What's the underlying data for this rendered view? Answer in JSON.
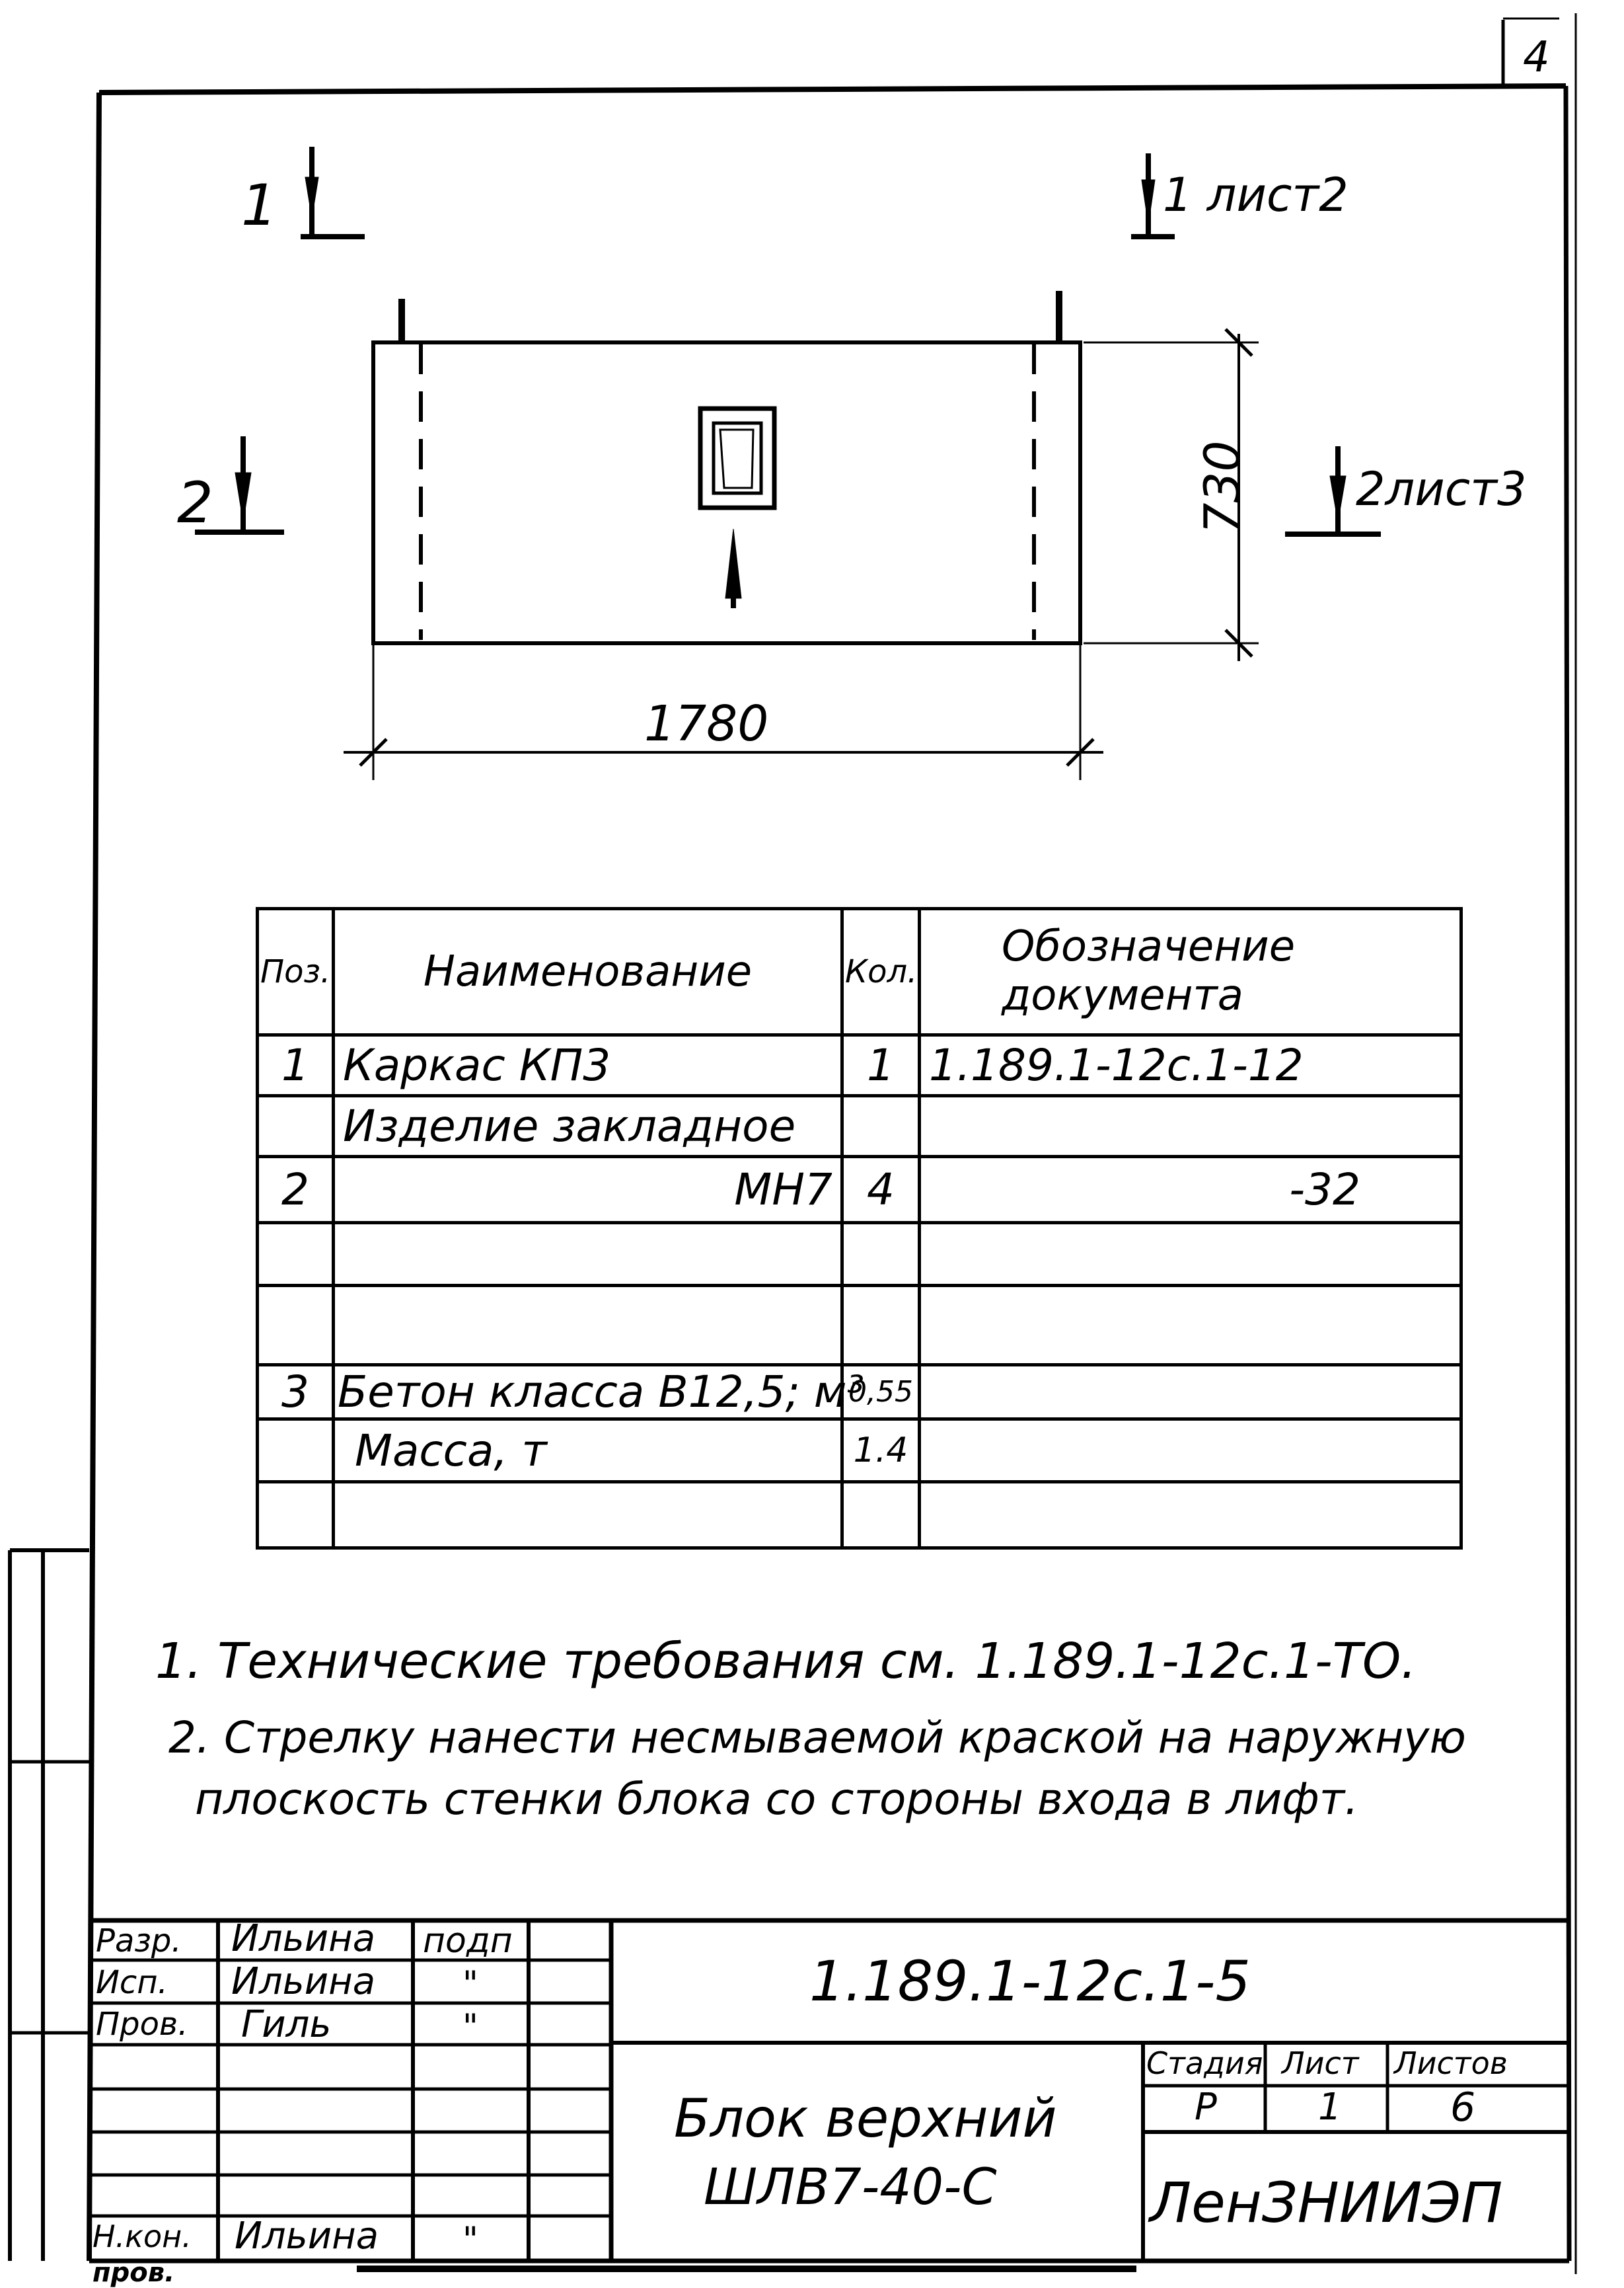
{
  "page_number": "4",
  "section_marks": {
    "cut1_left": "1",
    "cut1_right": "1 лист2",
    "cut2_left": "2",
    "cut2_right": "2лист3"
  },
  "dimensions": {
    "height": "730",
    "width": "1780"
  },
  "spec_table": {
    "headers": {
      "pos": "Поз.",
      "name": "Наименование",
      "qty": "Кол.",
      "doc_line1": "Обозначение",
      "doc_line2": "документа"
    },
    "rows": [
      {
        "pos": "1",
        "name": "Каркас КП3",
        "qty": "1",
        "doc": "1.189.1-12с.1-12"
      },
      {
        "pos": "",
        "name": "Изделие закладное",
        "qty": "",
        "doc": ""
      },
      {
        "pos": "2",
        "name": "МН7",
        "qty": "4",
        "doc": "-32"
      },
      {
        "pos": "",
        "name": "",
        "qty": "",
        "doc": ""
      },
      {
        "pos": "",
        "name": "",
        "qty": "",
        "doc": ""
      },
      {
        "pos": "3",
        "name": "Бетон класса В12,5; м³",
        "qty": "0,55",
        "doc": ""
      },
      {
        "pos": "",
        "name": "Масса, т",
        "qty": "1.4",
        "doc": ""
      },
      {
        "pos": "",
        "name": "",
        "qty": "",
        "doc": ""
      }
    ]
  },
  "notes": [
    "1. Технические требования см. 1.189.1-12с.1-ТО.",
    "2. Стрелку нанести несмываемой краской на наружную",
    "плоскость стенки блока со стороны входа в лифт."
  ],
  "title_block": {
    "roles": [
      "Разр.",
      "Исп.",
      "Пров.",
      "",
      "",
      "",
      "Н.кон."
    ],
    "names": [
      "Ильина",
      "Ильина",
      "Гиль",
      "",
      "",
      "",
      "Ильина"
    ],
    "signatures": [
      "подп",
      "\"",
      "\"",
      "",
      "",
      "",
      "\""
    ],
    "designation": "1.189.1-12с.1-5",
    "product_line1": "Блок верхний",
    "product_line2": "ШЛВ7-40-С",
    "stage_header": "Стадия",
    "sheet_header": "Лист",
    "sheets_header": "Листов",
    "stage": "Р",
    "sheet": "1",
    "sheets": "6",
    "organization": "ЛенЗНИИЭП",
    "bottom_cut": "пров."
  }
}
